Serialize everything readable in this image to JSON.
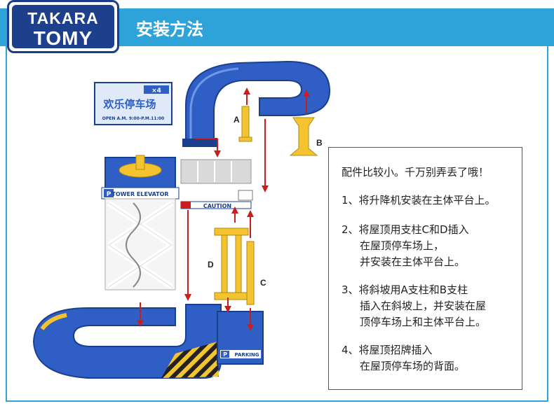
{
  "header": {
    "logo_line1": "TAKARA",
    "logo_line2": "TOMY",
    "title": "安装方法",
    "accent_color": "#2ea3d9",
    "logo_color": "#1d3f8c"
  },
  "illustration": {
    "labels": {
      "a": "A",
      "b": "B",
      "c": "C",
      "d": "D"
    },
    "sign": {
      "title": "欢乐停车场",
      "badge": "×4",
      "hours": "OPEN A.M. 9:00-P.M.11:00"
    },
    "tower_sign": "TOWER ELEVATOR",
    "caution_sign": "CAUTION",
    "parking_sign": "PARKING",
    "parking_letter": "P",
    "colors": {
      "track_blue": "#2f5fc4",
      "pillar_yellow": "#f4c430",
      "arrow_red": "#c81e1e"
    }
  },
  "notes": {
    "intro": "配件比较小。千万别弄丢了哦！",
    "step1": "1、将升降机安装在主体平台上。",
    "step2_line1": "2、将屋顶用支柱C和D插入",
    "step2_line2": "在屋顶停车场上，",
    "step2_line3": "并安装在主体平台上。",
    "step3_line1": "3、将斜坡用A支柱和B支柱",
    "step3_line2": "插入在斜坡上，并安装在屋",
    "step3_line3": "顶停车场上和主体平台上。",
    "step4_line1": "4、将屋顶招牌插入",
    "step4_line2": "在屋顶停车场的背面。"
  }
}
